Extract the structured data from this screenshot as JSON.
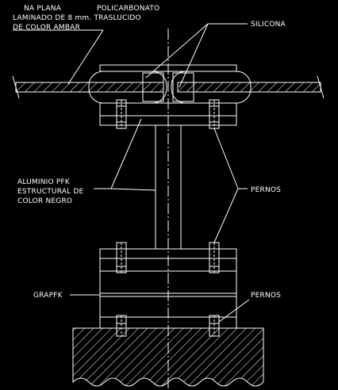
{
  "labels": {
    "top_line1": "NA PLANA",
    "top_line1b": "POLICARBONATO",
    "top_line2": "LAMINADO DE 8 mm. TRASLUCIDO",
    "top_line3": "DE COLOR AMBAR",
    "silicona": "SILICONA",
    "aluminio_line1": "ALUMINIO PFK",
    "aluminio_line2": "ESTRUCTURAL DE",
    "aluminio_line3": "COLOR NEGRO",
    "pernos_upper": "PERNOS",
    "grapfk": "GRAPFK",
    "pernos_lower": "PERNOS"
  },
  "colors": {
    "background": "#000000",
    "line": "#ffffff",
    "centerline": "#ffffff"
  }
}
